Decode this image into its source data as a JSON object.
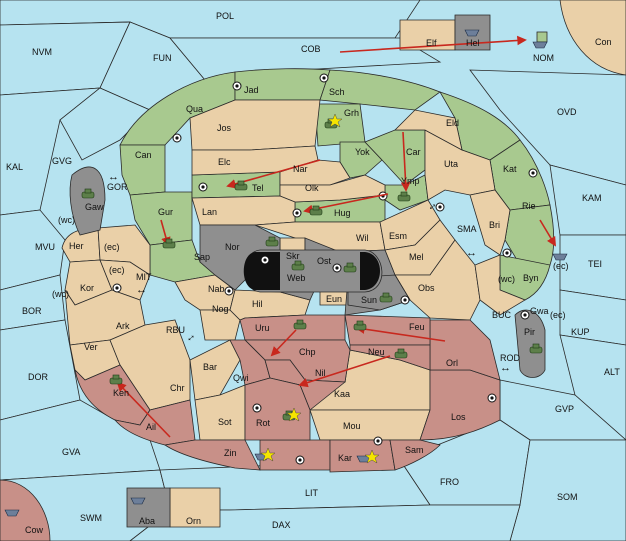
{
  "provinces": {
    "sea": [
      "POL",
      "NVM",
      "FUN",
      "COB",
      "Con",
      "OVD",
      "KAL",
      "GVG",
      "KAM",
      "MVU",
      "GOR",
      "MIT",
      "SMA",
      "TEI",
      "BOR",
      "RBU",
      "BUC",
      "KUP",
      "DOR",
      "ROD",
      "ALT",
      "GVP",
      "GVA",
      "FRO",
      "SOM",
      "SWM",
      "LIT",
      "DAX",
      "Cow",
      "NOM"
    ],
    "land": [
      "Elf",
      "Hel",
      "Jad",
      "Sch",
      "Qua",
      "Grh",
      "Jos",
      "Eld",
      "Can",
      "Yok",
      "Car",
      "Elc",
      "Nar",
      "Uta",
      "Kat",
      "Tel",
      "Olk",
      "Ymp",
      "Gaw",
      "Gur",
      "Lan",
      "Hug",
      "Bri",
      "Rie",
      "Wil",
      "Esm",
      "Nor",
      "Skr",
      "Ost",
      "Her",
      "Sap",
      "Web",
      "Mel",
      "Byn",
      "Kor",
      "Nab",
      "Eun",
      "Sun",
      "Obs",
      "Gwa",
      "Ark",
      "Nog",
      "Hil",
      "Pir",
      "Uru",
      "Feu",
      "Ver",
      "Chp",
      "Neu",
      "Orl",
      "Bar",
      "Qwi",
      "Nil",
      "Ken",
      "Chr",
      "Kaa",
      "Los",
      "Rot",
      "Ail",
      "Sot",
      "Mou",
      "Zin",
      "Kar",
      "Sam",
      "Aba",
      "Orn"
    ]
  },
  "coast_labels": [
    "(wc)",
    "(ec)",
    "(ec)",
    "(wc)",
    "(wc)",
    "(ec)",
    "(ec)"
  ],
  "arrows_glyph": [
    "↔",
    "↔",
    "↔",
    "↔",
    "↔",
    "↔"
  ],
  "units": {
    "armies": 19,
    "fleets": 9
  },
  "colors": {
    "sea": "#b6e3f0",
    "green_power": "#a8c98f",
    "neutral": "#ead0a8",
    "red_power": "#c89088",
    "grey_power": "#8f8f8f",
    "order_arrow": "#c8281e"
  }
}
